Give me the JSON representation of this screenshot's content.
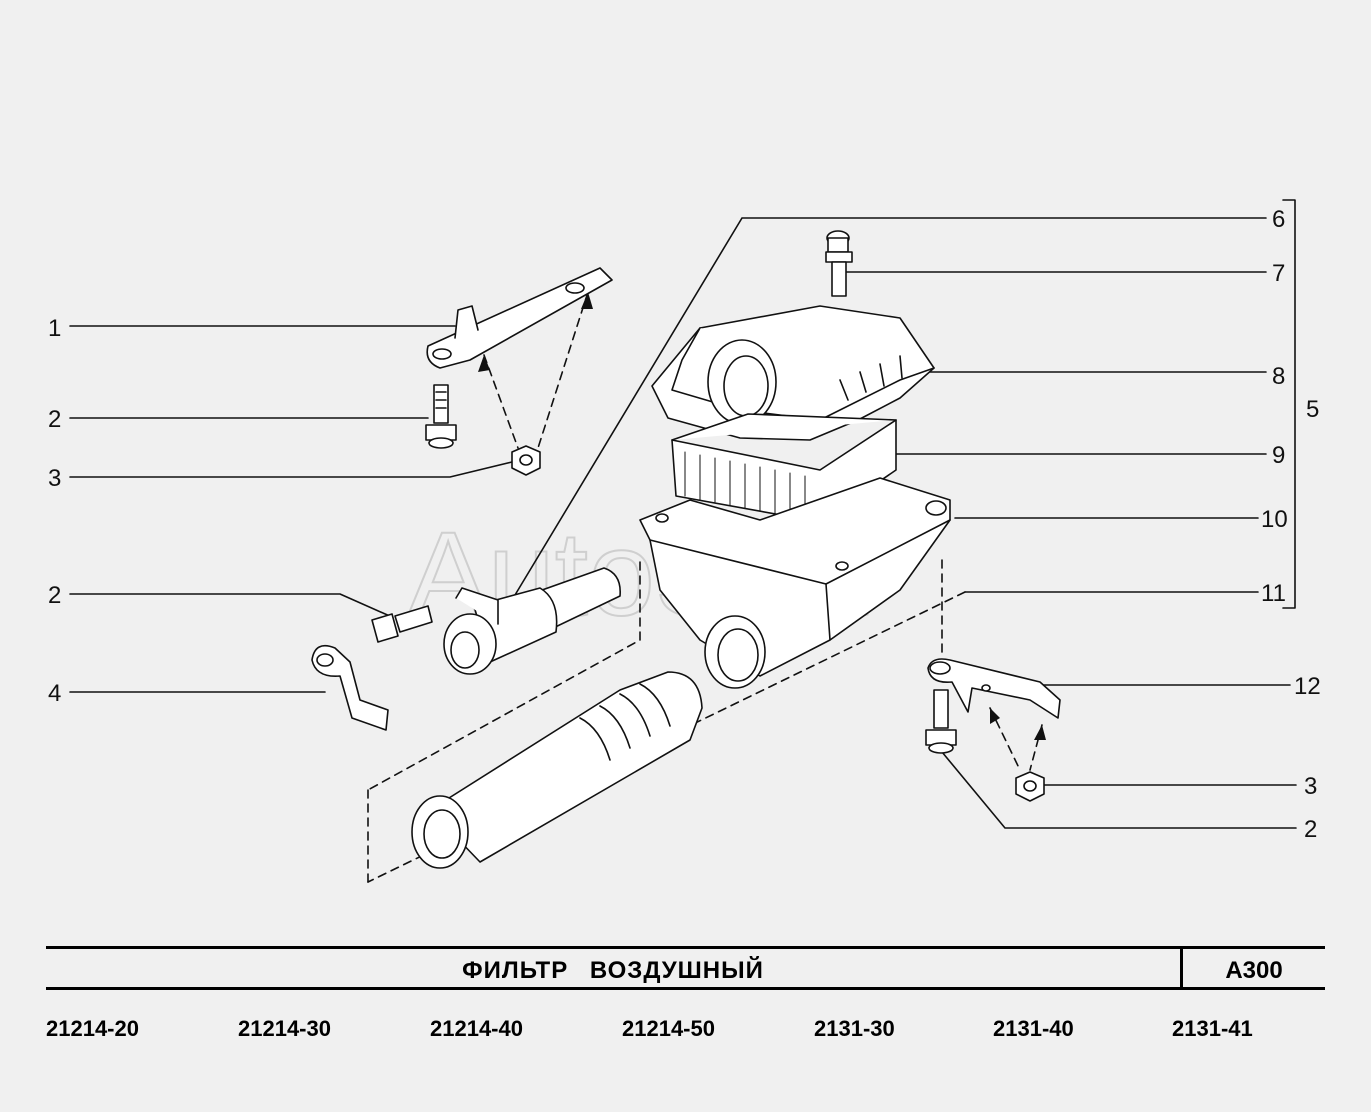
{
  "watermark": "AutoSoft",
  "callouts_left": [
    "1",
    "2",
    "3",
    "2",
    "4"
  ],
  "callouts_right": [
    "6",
    "7",
    "8",
    "9",
    "10",
    "11",
    "12",
    "3",
    "2"
  ],
  "group_label": "5",
  "title": "ФИЛЬТР ВОЗДУШНЫЙ",
  "code": "A300",
  "models": [
    "21214-20",
    "21214-30",
    "21214-40",
    "21214-50",
    "2131-30",
    "2131-40",
    "2131-41"
  ]
}
